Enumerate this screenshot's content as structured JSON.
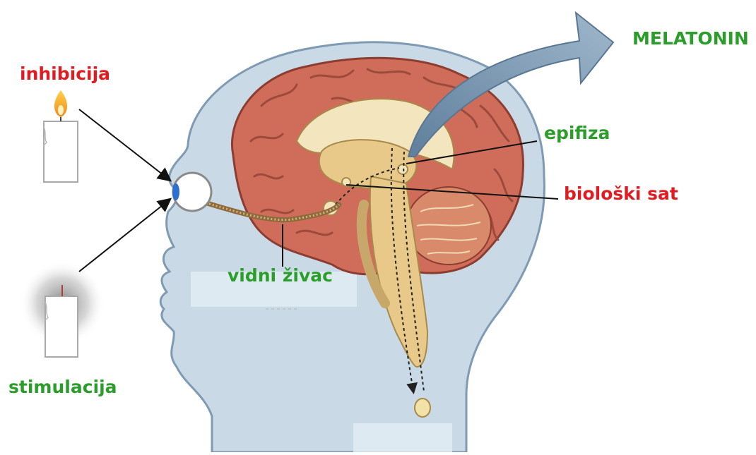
{
  "labels": {
    "melatonin": "MELATONIN",
    "inhibition": "inhibicija",
    "pineal": "epifiza",
    "biological_clock": "biološki sat",
    "optic_nerve": "vidni živac",
    "stimulation": "stimulacija"
  },
  "colors": {
    "red_label": "#e01b22",
    "green_label": "#2a9d2a",
    "head_fill": "#c9d9e6",
    "head_outline": "#7f9bb4",
    "brain_fill": "#cf6d5a",
    "arrow_fill": "#7d9db8",
    "flame": "#f5a623",
    "candle": "#ffffff"
  },
  "icons": {
    "lit_candle": "lit-candle-icon",
    "unlit_candle": "unlit-candle-icon",
    "eye": "eye-icon",
    "brain": "brain-icon"
  }
}
